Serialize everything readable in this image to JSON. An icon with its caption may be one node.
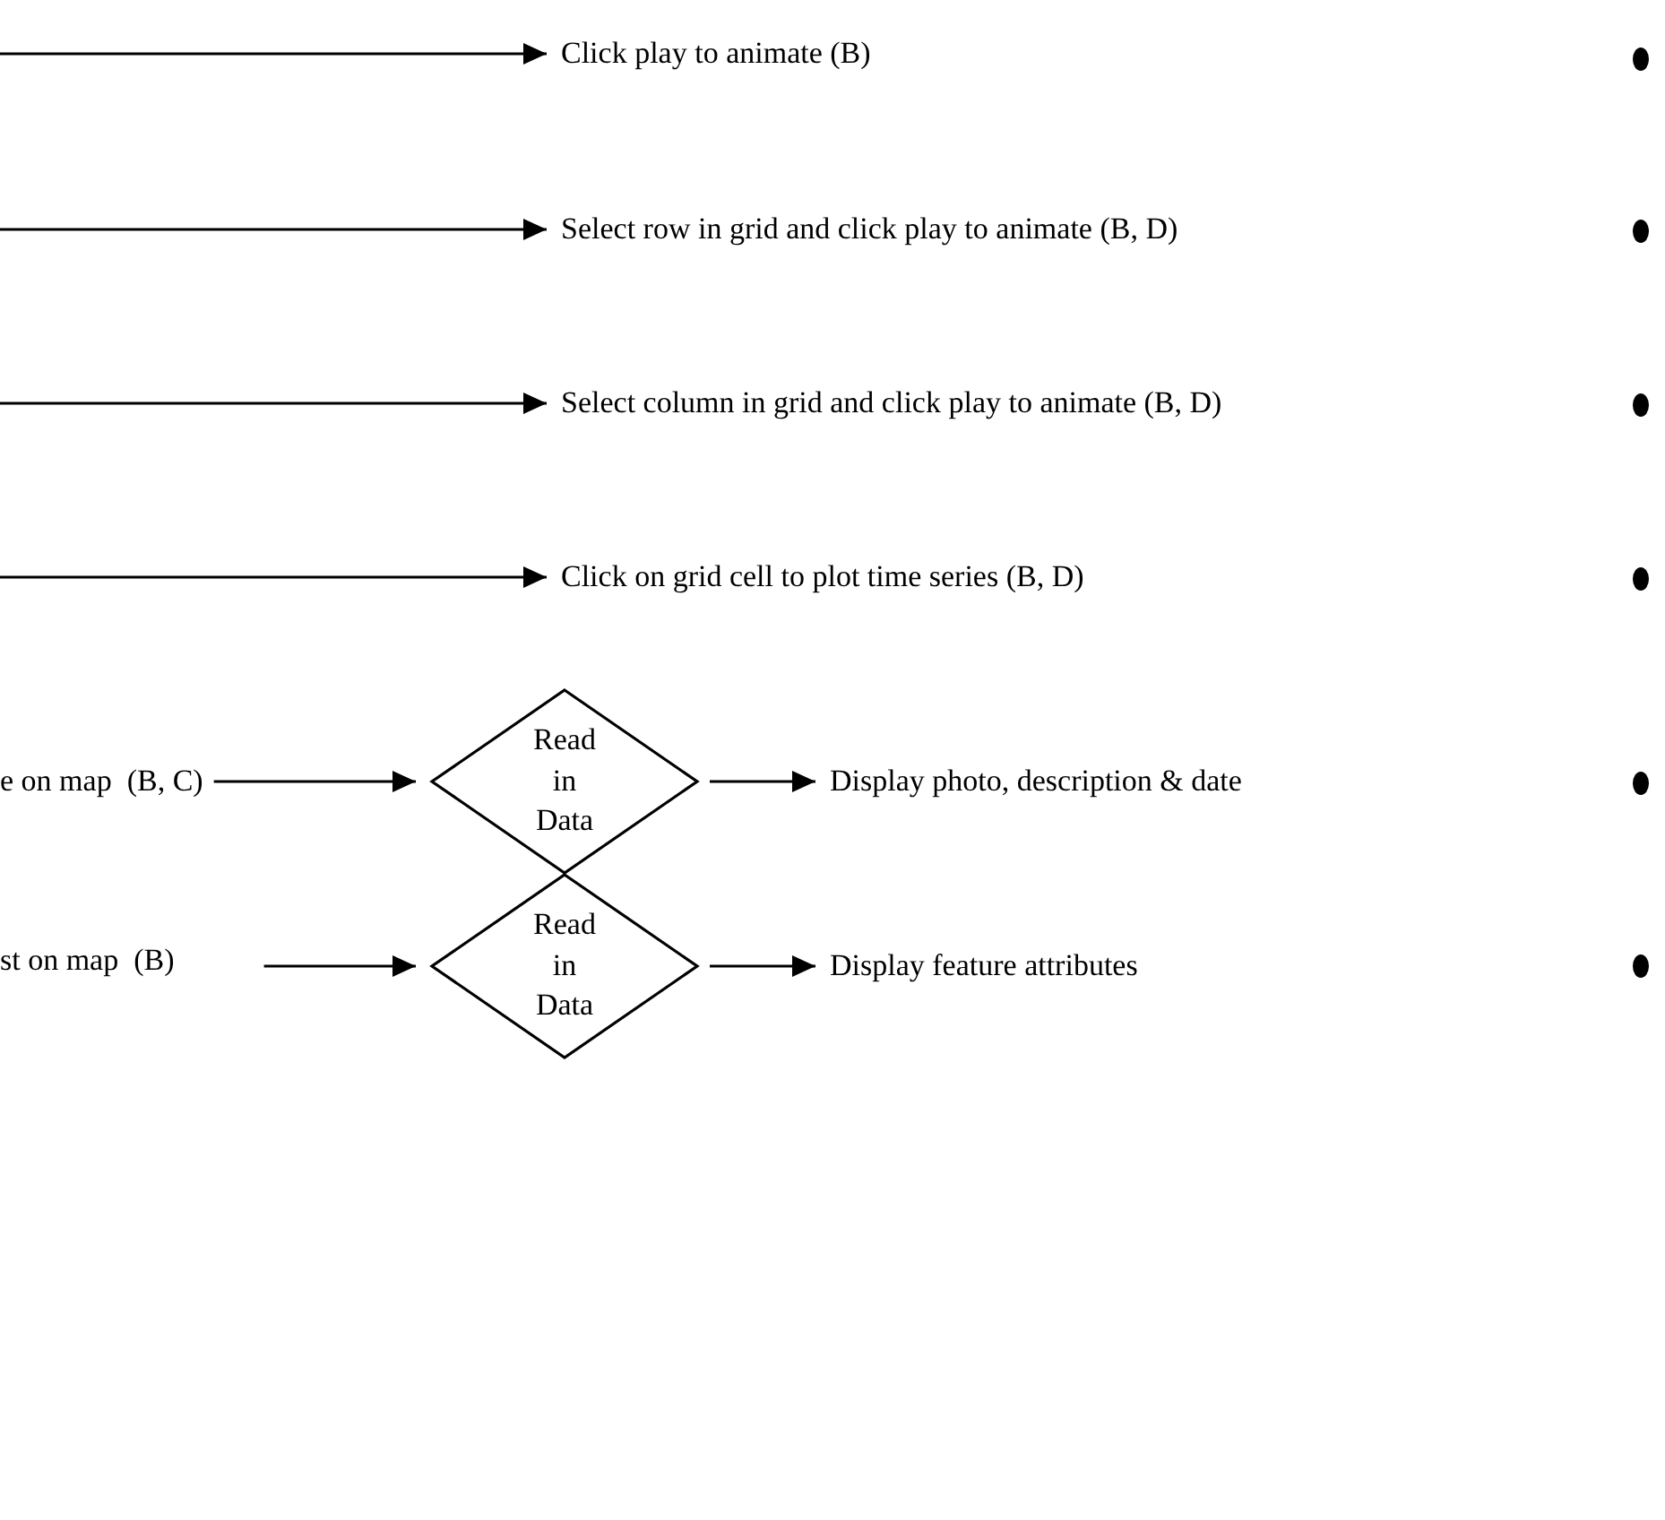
{
  "diagram": {
    "nodes": [
      {
        "text": [
          "Click play to animate (B)"
        ]
      },
      {
        "text": [],
        "shape": "circle"
      },
      {
        "text": [
          "Select row in grid and click play to animate (B, D)"
        ]
      },
      {
        "text": [],
        "shape": "circle"
      },
      {
        "text": [
          "Select column in grid and click play to animate (B, D)"
        ]
      },
      {
        "text": [],
        "shape": "circle"
      },
      {
        "text": [
          "Click on grid cell to plot time series (B, D)"
        ]
      },
      {
        "text": [],
        "shape": "circle"
      },
      {
        "text": [
          "e on map  (B, C)"
        ]
      },
      {
        "text": [
          "Read in Data"
        ]
      },
      {
        "text": [
          "Display photo, description & date"
        ]
      },
      {
        "text": [],
        "shape": "circle"
      },
      {
        "text": [
          "st on map  (B)"
        ]
      },
      {
        "text": [
          "Read in Data"
        ]
      },
      {
        "text": [
          "Display feature attributes"
        ]
      },
      {
        "text": [],
        "shape": "circle"
      }
    ],
    "edges": [
      {
        "from": null,
        "to": 0,
        "arrow": "to"
      },
      {
        "from": null,
        "to": 2,
        "arrow": "to"
      },
      {
        "from": null,
        "to": 4,
        "arrow": "to"
      },
      {
        "from": null,
        "to": 6,
        "arrow": "to"
      },
      {
        "from": 8,
        "to": 9,
        "arrow": "to"
      },
      {
        "from": 9,
        "to": 10,
        "arrow": "to"
      },
      {
        "from": 12,
        "to": 13,
        "arrow": "to"
      },
      {
        "from": 13,
        "to": 14,
        "arrow": "to"
      }
    ]
  }
}
